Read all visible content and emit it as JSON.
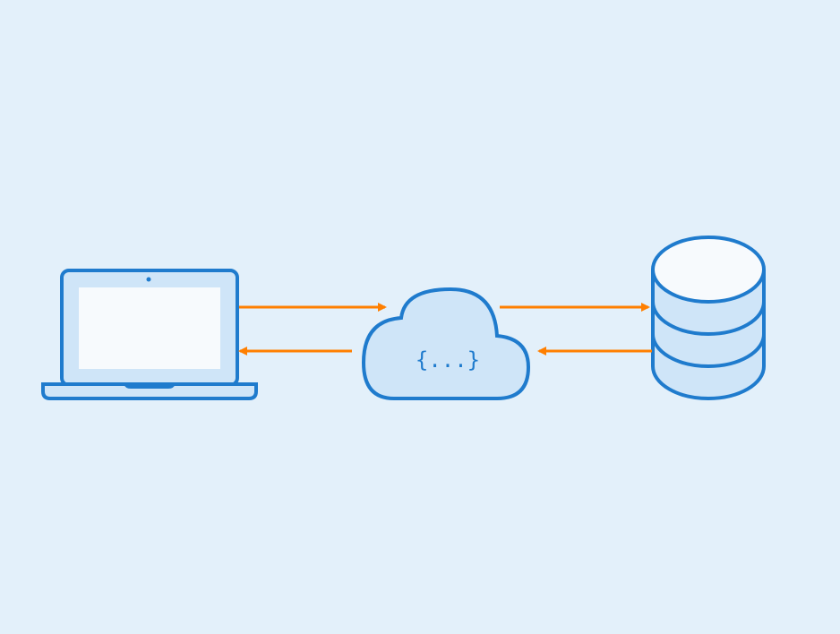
{
  "diagram": {
    "nodes": [
      {
        "id": "client",
        "icon": "laptop-icon"
      },
      {
        "id": "api",
        "icon": "cloud-icon",
        "label": "{...}"
      },
      {
        "id": "database",
        "icon": "database-icon"
      }
    ],
    "edges": [
      {
        "from": "client",
        "to": "api"
      },
      {
        "from": "api",
        "to": "client"
      },
      {
        "from": "api",
        "to": "database"
      },
      {
        "from": "database",
        "to": "api"
      }
    ]
  },
  "colors": {
    "background": "#e3f0fa",
    "stroke": "#1f7bcd",
    "fill": "#cfe5f8",
    "screen": "#f7fafd",
    "arrow": "#ff7f00"
  }
}
